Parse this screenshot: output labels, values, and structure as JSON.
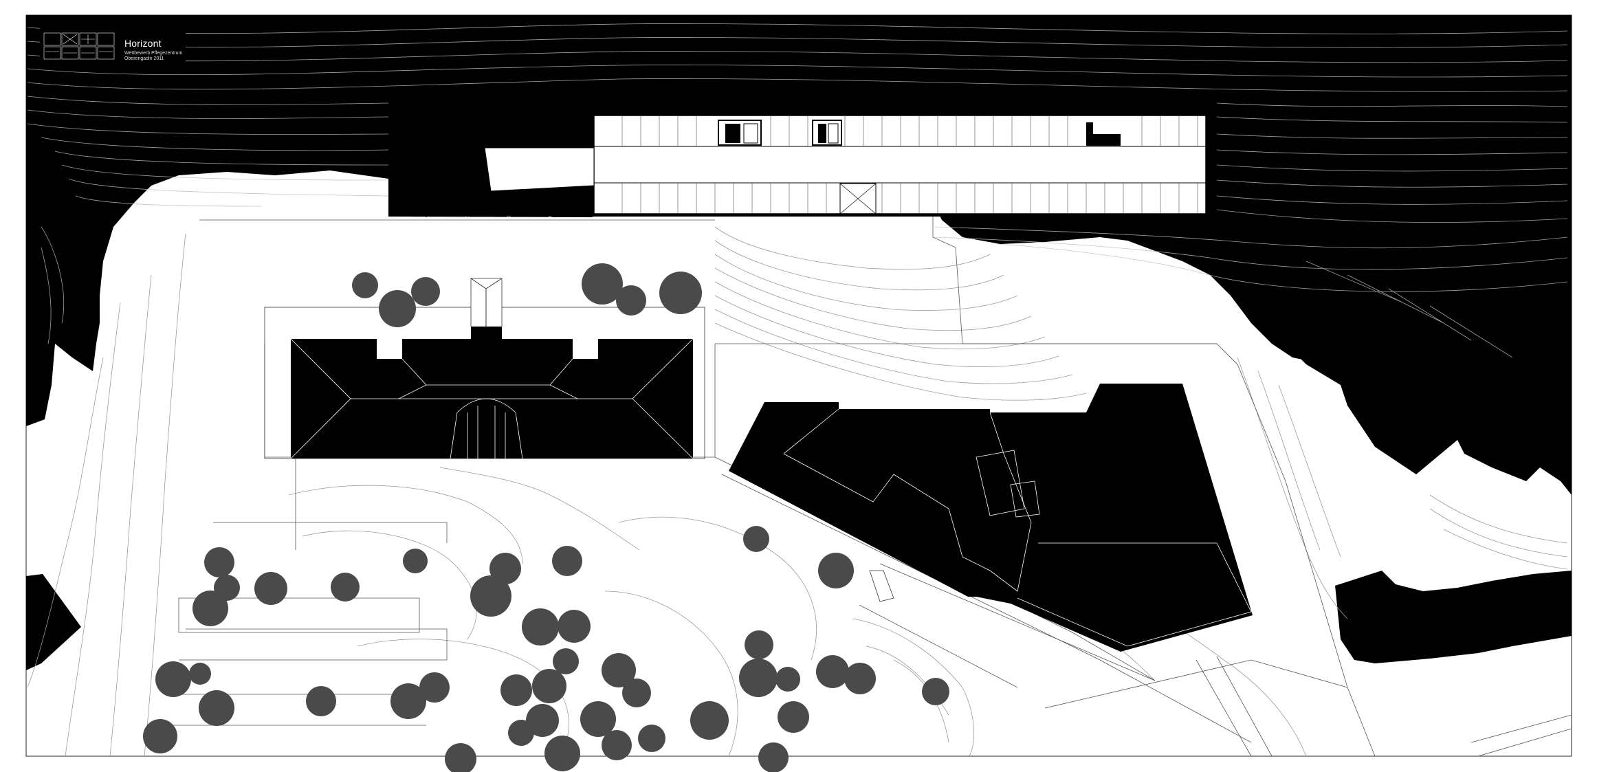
{
  "title_block": {
    "title": "Horizont",
    "subtitle_line1": "Wettbewerb Pflegezentrum",
    "subtitle_line2": "Oberengadin 2011"
  },
  "colors": {
    "background": "#ffffff",
    "terrain": "#000000",
    "tree": "#4a4a4a",
    "contour_on_white": "#9a9a9a",
    "contour_on_black": "#bdbdbd"
  },
  "trees": [
    [
      531,
      415,
      19
    ],
    [
      578,
      449,
      27
    ],
    [
      619,
      424,
      21
    ],
    [
      876,
      413,
      30
    ],
    [
      918,
      437,
      22
    ],
    [
      990,
      426,
      31
    ],
    [
      319,
      818,
      22
    ],
    [
      330,
      855,
      19
    ],
    [
      306,
      885,
      26
    ],
    [
      394,
      856,
      24
    ],
    [
      502,
      854,
      21
    ],
    [
      604,
      816,
      18
    ],
    [
      735,
      827,
      23
    ],
    [
      714,
      867,
      30
    ],
    [
      825,
      816,
      22
    ],
    [
      1100,
      784,
      19
    ],
    [
      1216,
      830,
      26
    ],
    [
      786,
      912,
      27
    ],
    [
      835,
      911,
      24
    ],
    [
      823,
      962,
      19
    ],
    [
      900,
      975,
      25
    ],
    [
      926,
      1008,
      21
    ],
    [
      1104,
      938,
      21
    ],
    [
      1103,
      986,
      28
    ],
    [
      1146,
      988,
      18
    ],
    [
      1211,
      977,
      24
    ],
    [
      1251,
      987,
      23
    ],
    [
      1361,
      1006,
      20
    ],
    [
      252,
      988,
      26
    ],
    [
      291,
      980,
      16
    ],
    [
      315,
      1030,
      26
    ],
    [
      233,
      1071,
      25
    ],
    [
      467,
      1020,
      22
    ],
    [
      594,
      1020,
      26
    ],
    [
      632,
      1000,
      22
    ],
    [
      751,
      1004,
      23
    ],
    [
      799,
      998,
      25
    ],
    [
      789,
      1048,
      24
    ],
    [
      758,
      1066,
      19
    ],
    [
      870,
      1046,
      26
    ],
    [
      897,
      1084,
      22
    ],
    [
      948,
      1074,
      20
    ],
    [
      1032,
      1048,
      28
    ],
    [
      1154,
      1043,
      23
    ],
    [
      670,
      1104,
      23
    ],
    [
      818,
      1096,
      26
    ],
    [
      1125,
      1102,
      22
    ]
  ]
}
